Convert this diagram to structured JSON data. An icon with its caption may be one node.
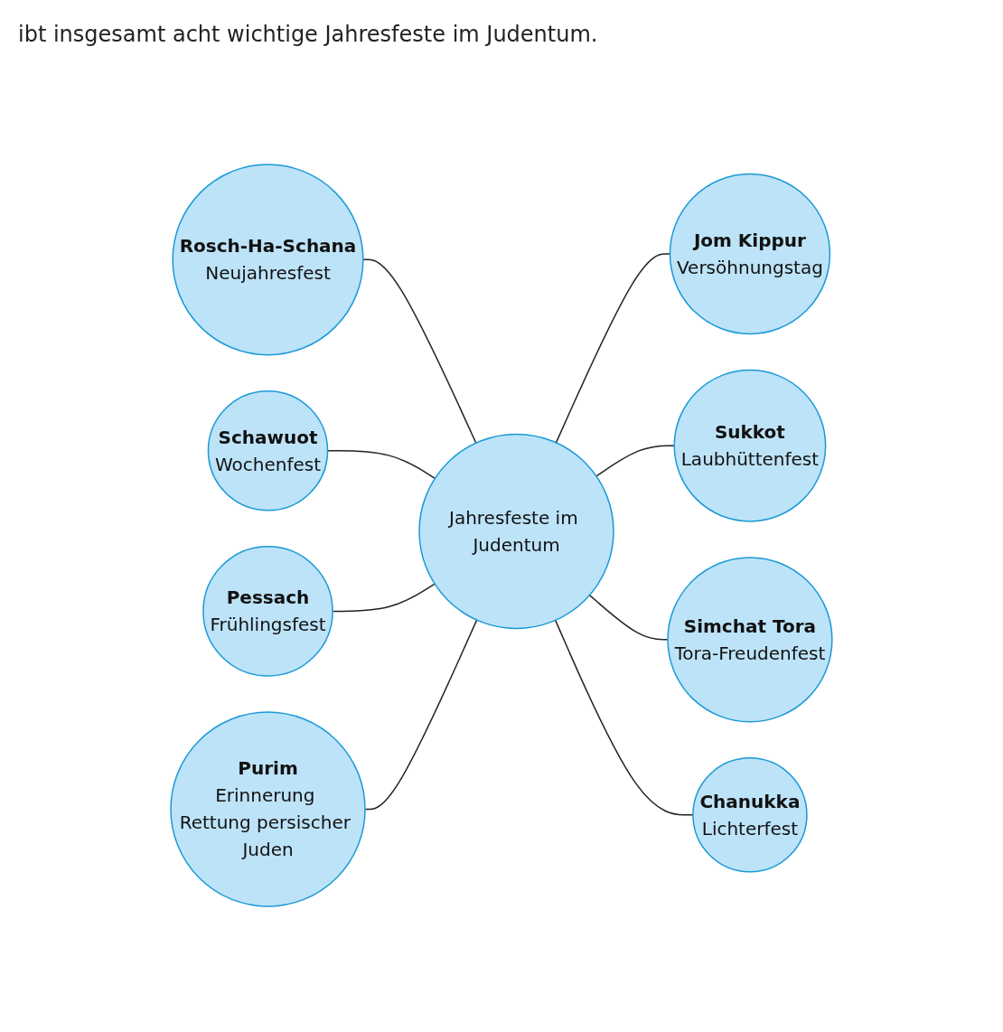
{
  "diagram": {
    "title": "ibt insgesamt acht wichtige Jahresfeste im Judentum.",
    "nodes": [
      {
        "text": [
          "Rosch-Ha-Schana",
          "Neujahresfest"
        ]
      },
      {
        "text": [
          "Schawuot",
          "Wochenfest"
        ]
      },
      {
        "text": [
          "Jom Kippur",
          "Versöhnungstag"
        ]
      },
      {
        "text": [
          "Pessach",
          "Frühlingsfest"
        ]
      },
      {
        "text": [
          "Jahresfeste im Judentum"
        ]
      },
      {
        "text": [
          "Sukkot",
          "Laubhüttenfest"
        ]
      },
      {
        "text": [
          "Simchat Tora",
          "Tora-Freudenfest"
        ]
      },
      {
        "text": [
          "Purim",
          "Erinnerung Rettung persischer Juden"
        ]
      },
      {
        "text": [
          "Chanukka",
          "Lichterfest"
        ]
      }
    ],
    "edges": [
      {
        "from": 0,
        "to": 4,
        "arrow": "none"
      },
      {
        "from": 1,
        "to": 4,
        "arrow": "none"
      },
      {
        "from": 4,
        "to": 2,
        "arrow": "none"
      },
      {
        "from": 3,
        "to": 4,
        "arrow": "none"
      },
      {
        "from": 4,
        "to": 5,
        "arrow": "none"
      },
      {
        "from": 4,
        "to": 6,
        "arrow": "none"
      },
      {
        "from": 7,
        "to": 4,
        "arrow": "none"
      },
      {
        "from": 4,
        "to": 8,
        "arrow": "none"
      }
    ]
  }
}
